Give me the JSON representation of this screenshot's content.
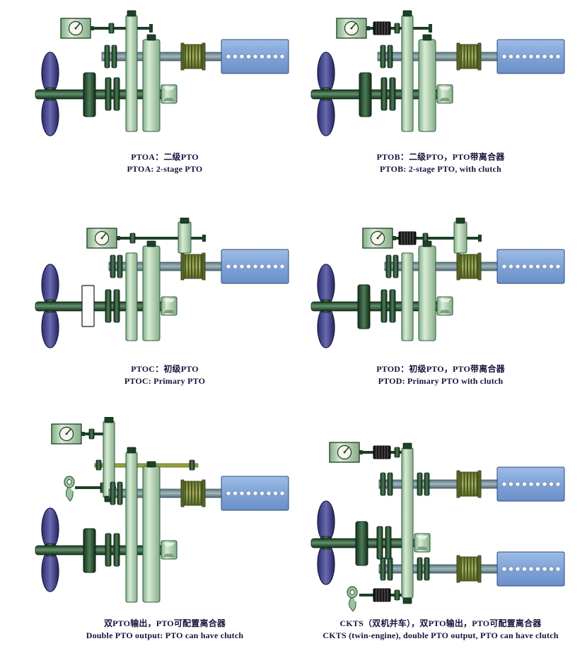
{
  "diagrams": [
    {
      "id": "PTOA",
      "caption_cn": "PTOA：二级PTO",
      "caption_en": "PTOA:  2-stage PTO"
    },
    {
      "id": "PTOB",
      "caption_cn": "PTOB：二级PTO，PTO带离合器",
      "caption_en": "PTOB:  2-stage PTO, with clutch"
    },
    {
      "id": "PTOC",
      "caption_cn": "PTOC：初级PTO",
      "caption_en": "PTOC:  Primary PTO"
    },
    {
      "id": "PTOD",
      "caption_cn": "PTOD：初级PTO，PTO带离合器",
      "caption_en": "PTOD:  Primary PTO with clutch"
    },
    {
      "id": "DOUBLE_PTO",
      "caption_cn": "双PTO输出，PTO可配置离合器",
      "caption_en": "Double PTO output: PTO can have clutch"
    },
    {
      "id": "CKTS",
      "caption_cn": "CKTS（双机并车），双PTO输出，PTO可配置离合器",
      "caption_en": "CKTS (twin-engine), double PTO output, PTO can have clutch"
    }
  ],
  "colors": {
    "background": "#ffffff",
    "caption_text": "#14143c",
    "engine_blue": "#7fa3d8",
    "gear_housing_light_green": "#d9ecd6",
    "shaft_dark_green": "#2e5c3e",
    "input_shaft_gray": "#a3b8ba",
    "coupling_olive": "#93a050",
    "clutch_black": "#181818",
    "propeller_indigo": "#4a4a96",
    "gauge_dial_white": "#f7f7f0"
  },
  "components": {
    "engine_cylinder_count": 9
  }
}
